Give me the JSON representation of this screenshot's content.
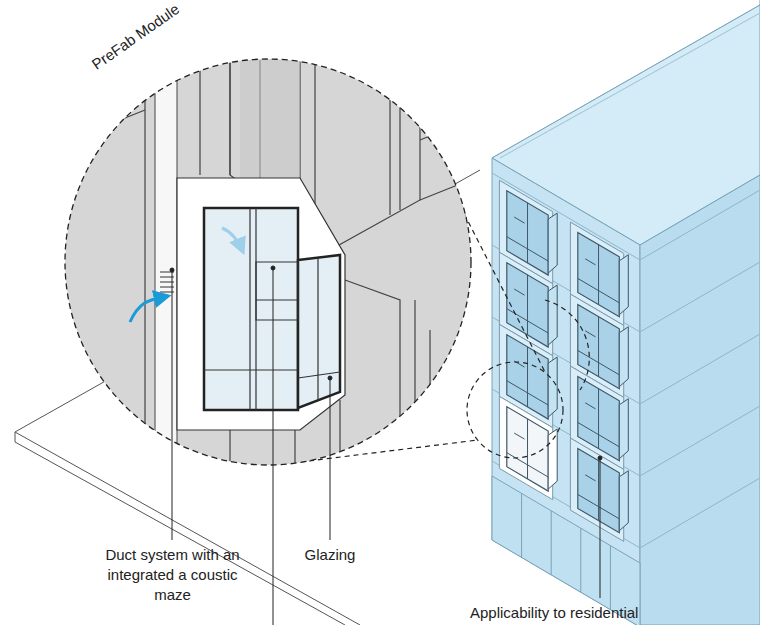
{
  "diagram": {
    "labels": [
      "PreFab Module",
      "Duct system with an integrated a coustic maze",
      "Glazing",
      "Applicability to residential"
    ]
  }
}
